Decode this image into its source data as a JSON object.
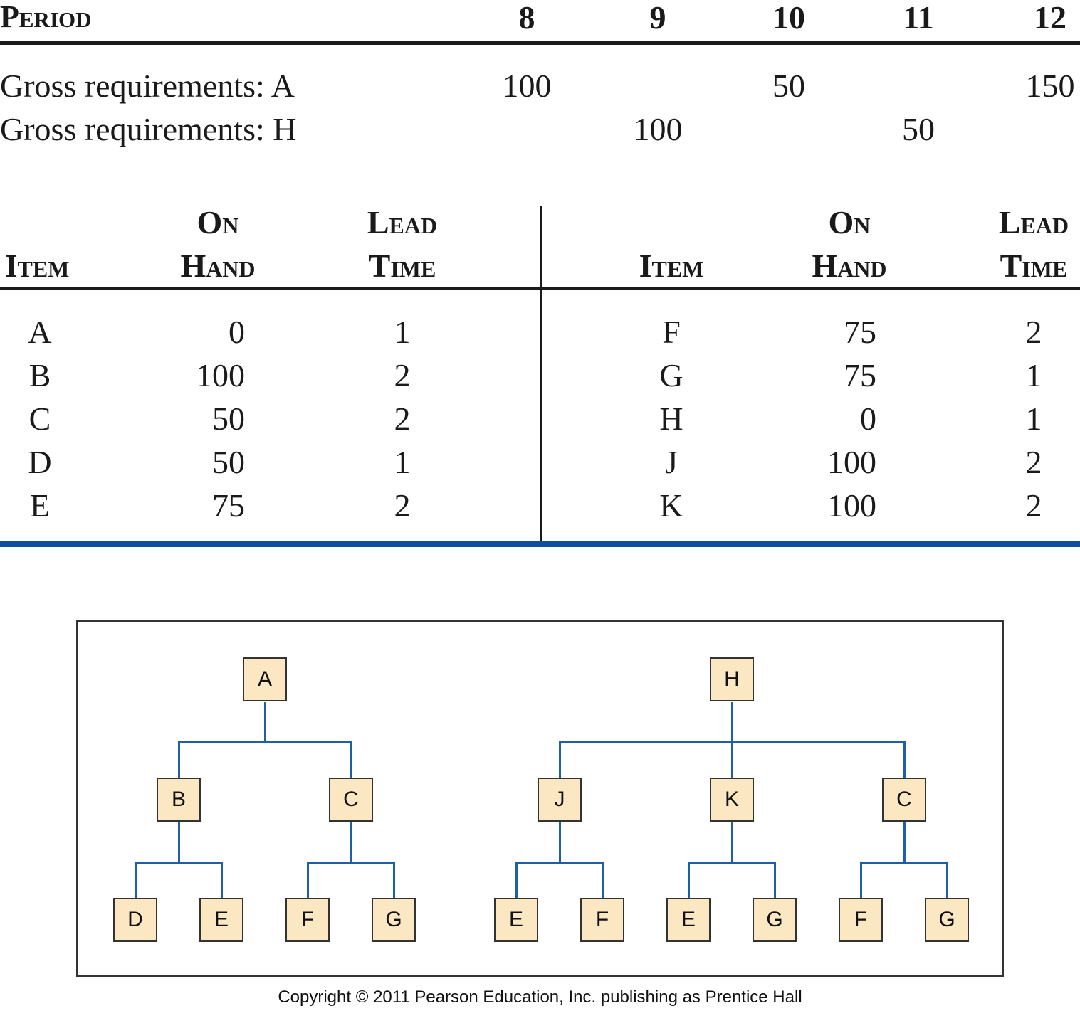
{
  "periods": {
    "label": "Period",
    "values": [
      "8",
      "9",
      "10",
      "11",
      "12"
    ]
  },
  "gross_requirements": [
    {
      "label": "Gross requirements: A",
      "values": [
        "100",
        "",
        "50",
        "",
        "150"
      ]
    },
    {
      "label": "Gross requirements: H",
      "values": [
        "",
        "100",
        "",
        "50",
        ""
      ]
    }
  ],
  "inventory_table": {
    "headers": {
      "item": "Item",
      "on_hand_1": "On",
      "on_hand_2": "Hand",
      "lead_time_1": "Lead",
      "lead_time_2": "Time"
    },
    "left_rows": [
      {
        "item": "A",
        "on_hand": "0",
        "lead_time": "1"
      },
      {
        "item": "B",
        "on_hand": "100",
        "lead_time": "2"
      },
      {
        "item": "C",
        "on_hand": "50",
        "lead_time": "2"
      },
      {
        "item": "D",
        "on_hand": "50",
        "lead_time": "1"
      },
      {
        "item": "E",
        "on_hand": "75",
        "lead_time": "2"
      }
    ],
    "right_rows": [
      {
        "item": "F",
        "on_hand": "75",
        "lead_time": "2"
      },
      {
        "item": "G",
        "on_hand": "75",
        "lead_time": "1"
      },
      {
        "item": "H",
        "on_hand": "0",
        "lead_time": "1"
      },
      {
        "item": "J",
        "on_hand": "100",
        "lead_time": "2"
      },
      {
        "item": "K",
        "on_hand": "100",
        "lead_time": "2"
      }
    ]
  },
  "product_trees": {
    "tree_a": {
      "root": "A",
      "level1": [
        "B",
        "C"
      ],
      "level2": [
        "D",
        "E",
        "F",
        "G"
      ]
    },
    "tree_h": {
      "root": "H",
      "level1": [
        "J",
        "K",
        "C"
      ],
      "level2": [
        "E",
        "F",
        "E",
        "G",
        "F",
        "G"
      ]
    }
  },
  "colors": {
    "node_fill": "#fbe7c2",
    "edge": "#1f5fa6",
    "accent_rule": "#0d4f9c"
  },
  "copyright": "Copyright © 2011 Pearson Education, Inc. publishing as Prentice Hall"
}
